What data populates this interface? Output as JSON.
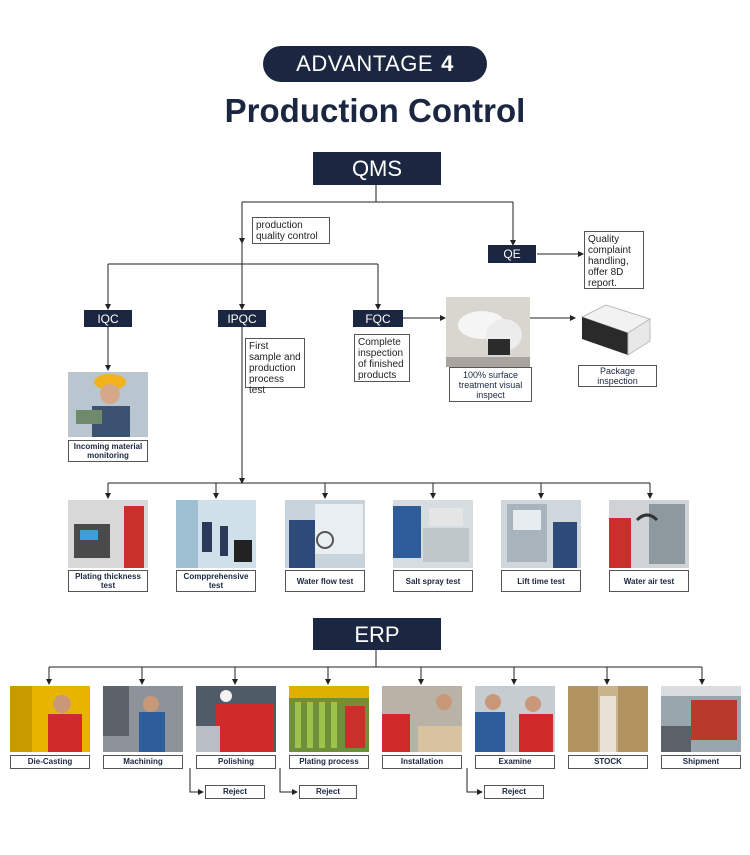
{
  "header": {
    "pill_text": "ADVANTAGE",
    "pill_number": "4",
    "title": "Production Control"
  },
  "qms": {
    "label": "QMS",
    "production_note": "production quality  control",
    "qe": "QE",
    "qe_note": "Quality complaint handling, offer 8D report.",
    "iqc": "IQC",
    "ipqc": "IPQC",
    "fqc": "FQC",
    "ipqc_note": "First sample and production process test",
    "fqc_note": "Complete inspection of finished products",
    "surface_label": "100% surface treatment visual inspect",
    "package_label": "Package inspection",
    "incoming_label": "Incoming material monitoring"
  },
  "tests": [
    {
      "label": "Plating thickness test"
    },
    {
      "label": "Compprehensive test"
    },
    {
      "label": "Water flow test"
    },
    {
      "label": "Salt spray test"
    },
    {
      "label": "Lift time test"
    },
    {
      "label": "Water air test"
    }
  ],
  "erp": {
    "label": "ERP",
    "steps": [
      {
        "label": "Die-Casting"
      },
      {
        "label": "Machining"
      },
      {
        "label": "Polishing"
      },
      {
        "label": "Plating process"
      },
      {
        "label": "Installation"
      },
      {
        "label": "Examine"
      },
      {
        "label": "STOCK"
      },
      {
        "label": "Shipment"
      }
    ],
    "reject_label": "Reject"
  },
  "colors": {
    "navy": "#1b2640",
    "line": "#222222"
  }
}
